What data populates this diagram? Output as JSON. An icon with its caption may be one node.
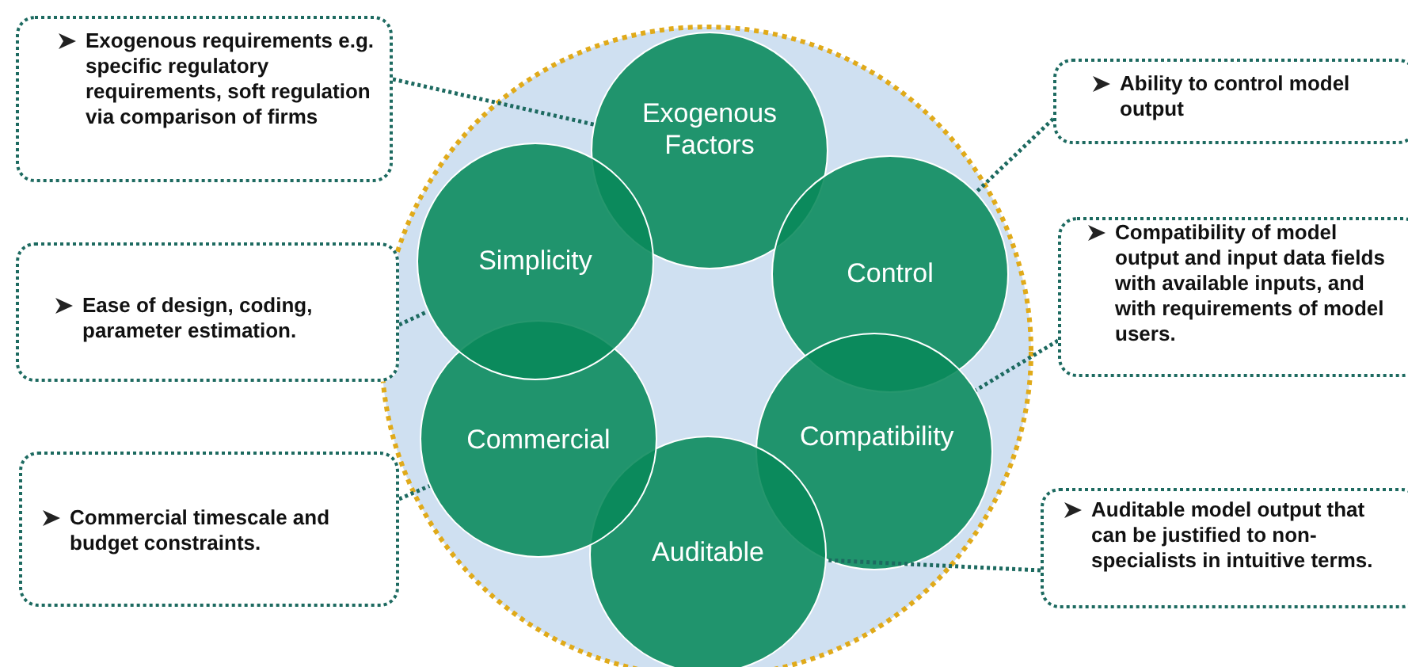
{
  "diagram": {
    "nodes": [
      {
        "text": [
          "Exogenous Factors"
        ]
      },
      {
        "text": [
          "Control"
        ]
      },
      {
        "text": [
          "Compatibility"
        ]
      },
      {
        "text": [
          "Auditable"
        ]
      },
      {
        "text": [
          "Commercial"
        ]
      },
      {
        "text": [
          "Simplicity"
        ]
      },
      {
        "text": [
          "Exogenous requirements e.g. specific regulatory requirements, soft regulation via comparison of firms"
        ]
      },
      {
        "text": [
          "Ability to control model output"
        ]
      },
      {
        "text": [
          "Compatibility of model output and input data fields with available inputs, and with requirements of model users."
        ]
      },
      {
        "text": [
          "Auditable model output that can be justified to non-specialists in intuitive terms."
        ]
      },
      {
        "text": [
          "Commercial timescale and budget constraints."
        ]
      },
      {
        "text": [
          "Ease of design, coding, parameter estimation."
        ]
      }
    ],
    "edges": [
      {
        "from": 6,
        "to": 0,
        "arrow": "none"
      },
      {
        "from": 7,
        "to": 1,
        "arrow": "none"
      },
      {
        "from": 8,
        "to": 2,
        "arrow": "none"
      },
      {
        "from": 9,
        "to": 3,
        "arrow": "none"
      },
      {
        "from": 10,
        "to": 4,
        "arrow": "none"
      },
      {
        "from": 11,
        "to": 5,
        "arrow": "none"
      }
    ]
  }
}
